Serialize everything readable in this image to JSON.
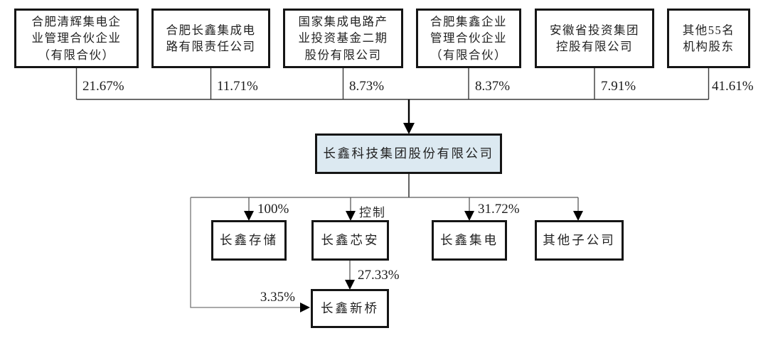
{
  "diagram": {
    "type": "equity-structure-chart",
    "colors": {
      "parent_box_fill": "#dce9f1",
      "box_border": "#151515",
      "connector_line": "#555555",
      "background": "#ffffff"
    },
    "shareholders": [
      {
        "name": "合肥清辉集电企\n业管理合伙企业\n（有限合伙）",
        "pct": "21.67%"
      },
      {
        "name": "合肥长鑫集成电\n路有限责任公司",
        "pct": "11.71%"
      },
      {
        "name": "国家集成电路产\n业投资基金二期\n股份有限公司",
        "pct": "8.73%"
      },
      {
        "name": "合肥集鑫企业\n管理合伙企业\n（有限合伙）",
        "pct": "8.37%"
      },
      {
        "name": "安徽省投资集团\n控股有限公司",
        "pct": "7.91%"
      },
      {
        "name": "其他55名\n机构股东",
        "pct": "41.61%"
      }
    ],
    "parent": {
      "name": "长鑫科技集团股份有限公司"
    },
    "subsidiaries": [
      {
        "name": "长鑫存储",
        "link_label": "100%"
      },
      {
        "name": "长鑫芯安",
        "link_label": "控制"
      },
      {
        "name": "长鑫集电",
        "link_label": "31.72%"
      },
      {
        "name": "其他子公司",
        "link_label": ""
      }
    ],
    "second_tier": {
      "name": "长鑫新桥",
      "pct_from_changxin_xinan": "27.33%",
      "pct_from_parent": "3.35%"
    }
  }
}
